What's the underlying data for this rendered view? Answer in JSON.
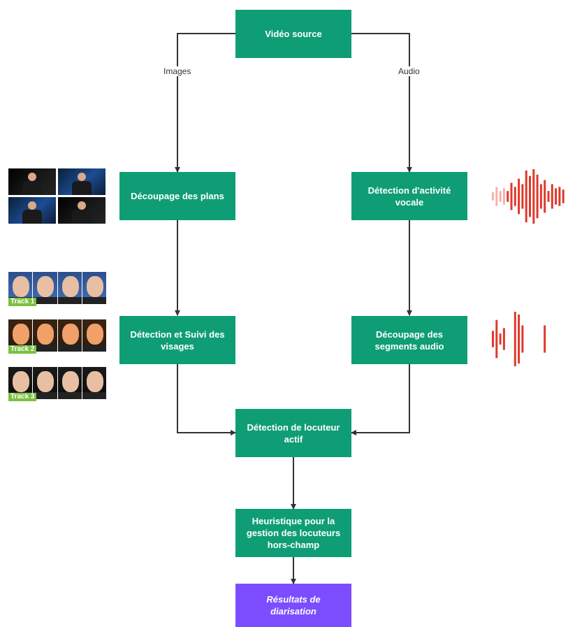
{
  "nodes": {
    "source": "Vidéo source",
    "shots": "Découpage des plans",
    "vad": "Détection d'activité\nvocale",
    "faces": "Détection et Suivi des\nvisages",
    "segments": "Découpage des\nsegments audio",
    "asd": "Détection de locuteur\nactif",
    "heuristic": "Heuristique pour la\ngestion des locuteurs\nhors-champ",
    "result": "Résultats de diarisation"
  },
  "edge_labels": {
    "images": "Images",
    "audio": "Audio"
  },
  "tracks": [
    "Track 1",
    "Track 2",
    "Track 3"
  ],
  "colors": {
    "box": "#0f9d76",
    "result": "#7b4dff",
    "wave": "#e0382b",
    "wave_light": "#f5b2a8",
    "track": "#7cc043"
  },
  "waveforms": {
    "vad": [
      0.15,
      0.35,
      0.2,
      0.3,
      0.2,
      0.5,
      0.35,
      0.65,
      0.45,
      0.95,
      0.75,
      1.0,
      0.8,
      0.45,
      0.6,
      0.2,
      0.45,
      0.3,
      0.35,
      0.25
    ],
    "segments": [
      0.3,
      0.7,
      0.2,
      0.4,
      0,
      0,
      1.0,
      0.9,
      0.5,
      0,
      0,
      0,
      0,
      0,
      0.5
    ]
  }
}
